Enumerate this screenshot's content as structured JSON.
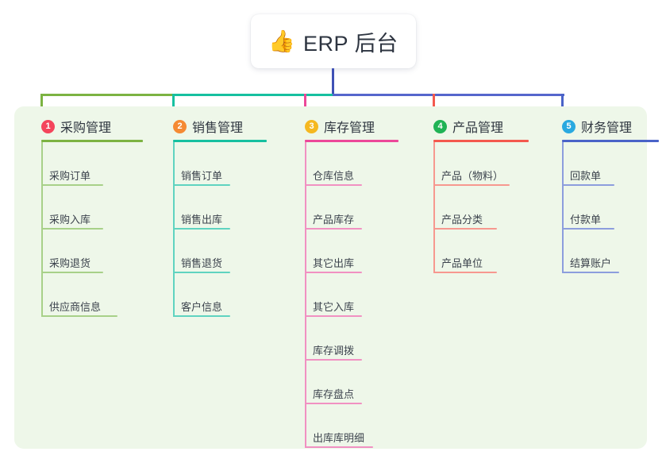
{
  "root": {
    "icon": "thumbs-up-emoji",
    "emoji": "👍",
    "title": "ERP 后台"
  },
  "palette": {
    "background": "#ffffff",
    "panel": "#eef7e9",
    "card": "#ffffff",
    "stem": "#3f51b5",
    "bar_left": "#7cb342",
    "bar_mid": "#16c0a0",
    "bar_right": "#5566cc",
    "text": "#2f3640"
  },
  "columns": [
    {
      "number": "1",
      "badge_color": "#f4455c",
      "line_color": "#7cb342",
      "leaf_line_color": "#a8d189",
      "title": "采购管理",
      "items": [
        "采购订单",
        "采购入库",
        "采购退货",
        "供应商信息"
      ]
    },
    {
      "number": "2",
      "badge_color": "#f58a33",
      "line_color": "#16c0a0",
      "leaf_line_color": "#5fd3c0",
      "title": "销售管理",
      "items": [
        "销售订单",
        "销售出库",
        "销售退货",
        "客户信息"
      ]
    },
    {
      "number": "3",
      "badge_color": "#f5b820",
      "line_color": "#ec4899",
      "leaf_line_color": "#f191c2",
      "title": "库存管理",
      "items": [
        "仓库信息",
        "产品库存",
        "其它出库",
        "其它入库",
        "库存调拨",
        "库存盘点",
        "出库库明细"
      ]
    },
    {
      "number": "4",
      "badge_color": "#20b355",
      "line_color": "#f4594e",
      "leaf_line_color": "#f7988f",
      "title": "产品管理",
      "items": [
        "产品（物料）",
        "产品分类",
        "产品单位"
      ]
    },
    {
      "number": "5",
      "badge_color": "#29a9e0",
      "line_color": "#4a63c8",
      "leaf_line_color": "#8c9ddd",
      "title": "财务管理",
      "items": [
        "回款单",
        "付款单",
        "结算账户"
      ]
    }
  ]
}
